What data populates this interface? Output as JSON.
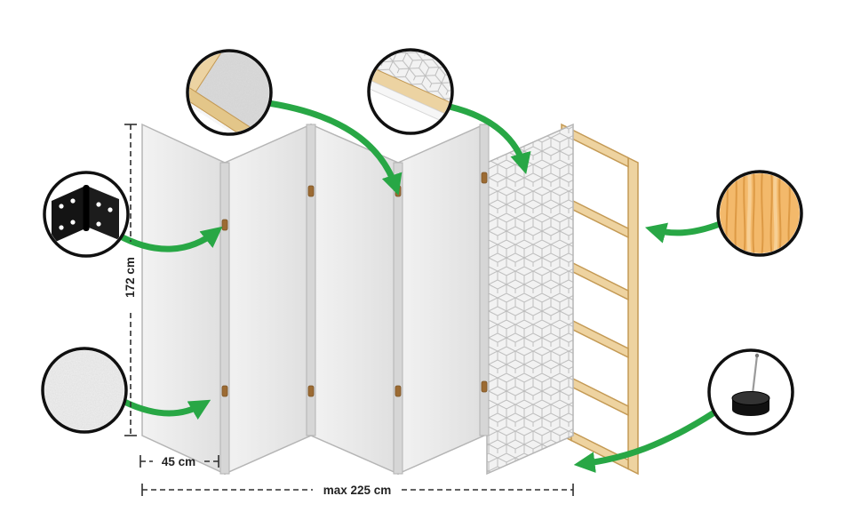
{
  "dimensions": {
    "height": "172 cm",
    "panel_width": "45 cm",
    "max_width": "max 225 cm"
  },
  "colors": {
    "arrow_green": "#28a745",
    "panel_gray": "#e9e9e9",
    "wood_frame": "#eed3a0",
    "wood_texture": "#f3b96b",
    "pattern_line": "#bdbdbd",
    "outline": "#111111"
  },
  "callouts": {
    "corner": "frame-corner-detail",
    "edge": "panel-edge-pattern-detail",
    "hinge": "metal-hinge-detail",
    "fabric": "canvas-texture-detail",
    "wood": "pine-wood-texture-detail",
    "foot": "rubber-foot-detail"
  }
}
